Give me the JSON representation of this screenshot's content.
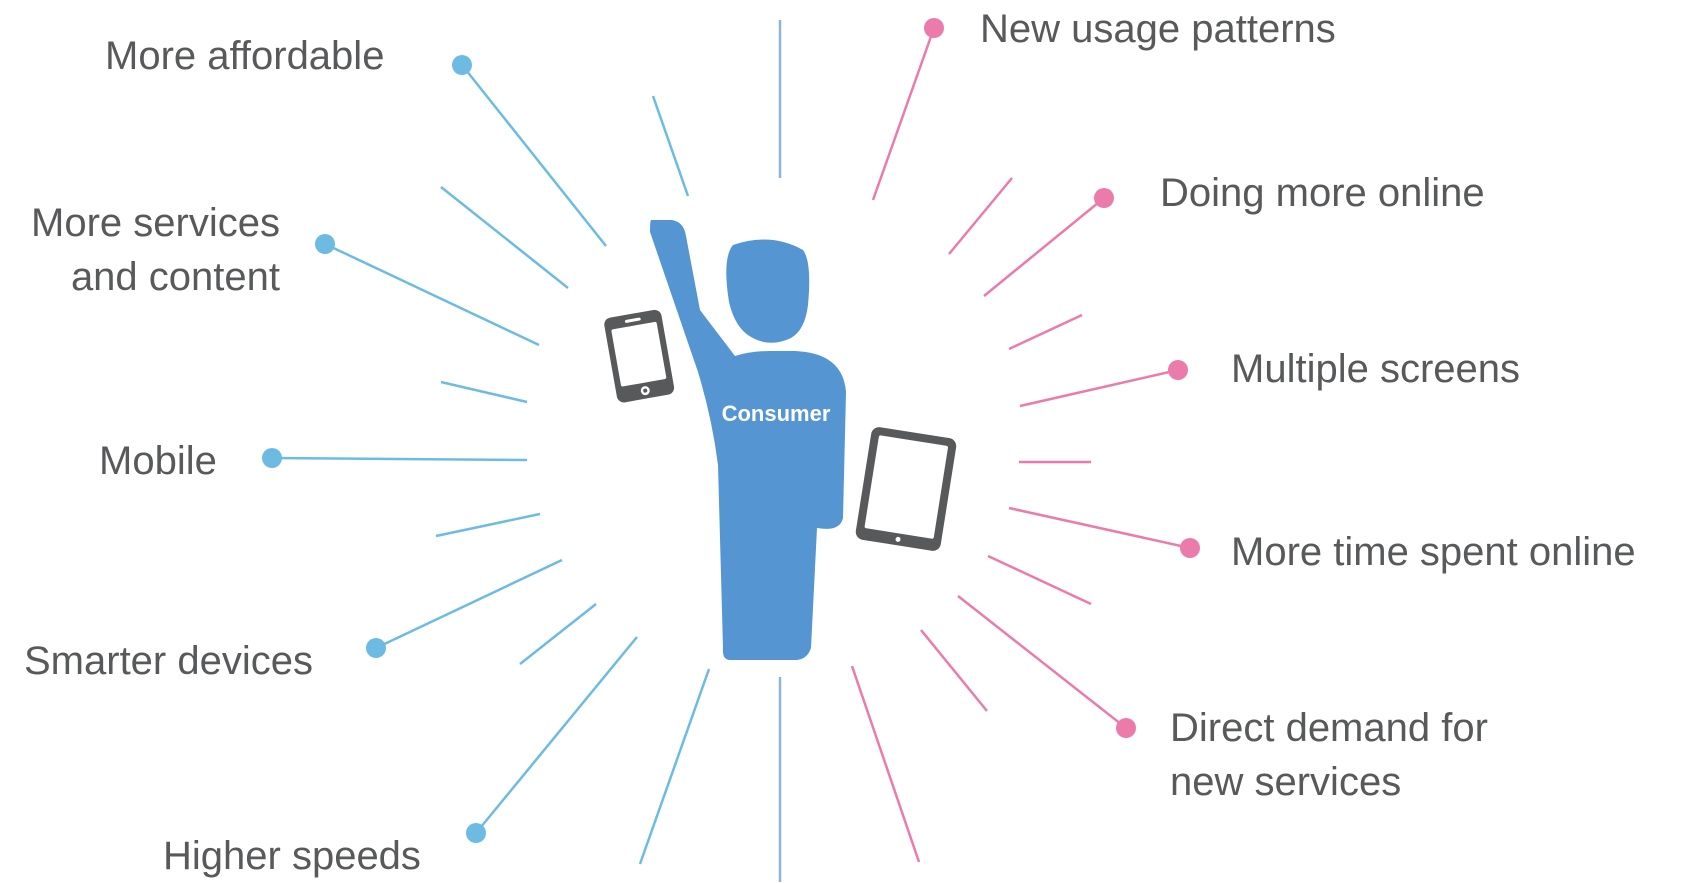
{
  "center": {
    "label": "Consumer"
  },
  "colors": {
    "left_accent": "#6dbbe3",
    "right_accent": "#ea7bab",
    "center_line": "#8fb4d9",
    "figure": "#5596d2",
    "device": "#58595b",
    "text": "#58595b"
  },
  "left_labels": [
    {
      "text": "More affordable"
    },
    {
      "line1": "More services",
      "line2": "and content"
    },
    {
      "text": "Mobile"
    },
    {
      "text": "Smarter devices"
    },
    {
      "text": "Higher speeds"
    }
  ],
  "right_labels": [
    {
      "text": "New usage patterns"
    },
    {
      "text": "Doing more online"
    },
    {
      "text": "Multiple screens"
    },
    {
      "text": "More time spent online"
    },
    {
      "line1": "Direct demand for",
      "line2": "new services"
    }
  ],
  "icons": [
    "smartphone-icon",
    "tablet-icon",
    "person-figure"
  ]
}
